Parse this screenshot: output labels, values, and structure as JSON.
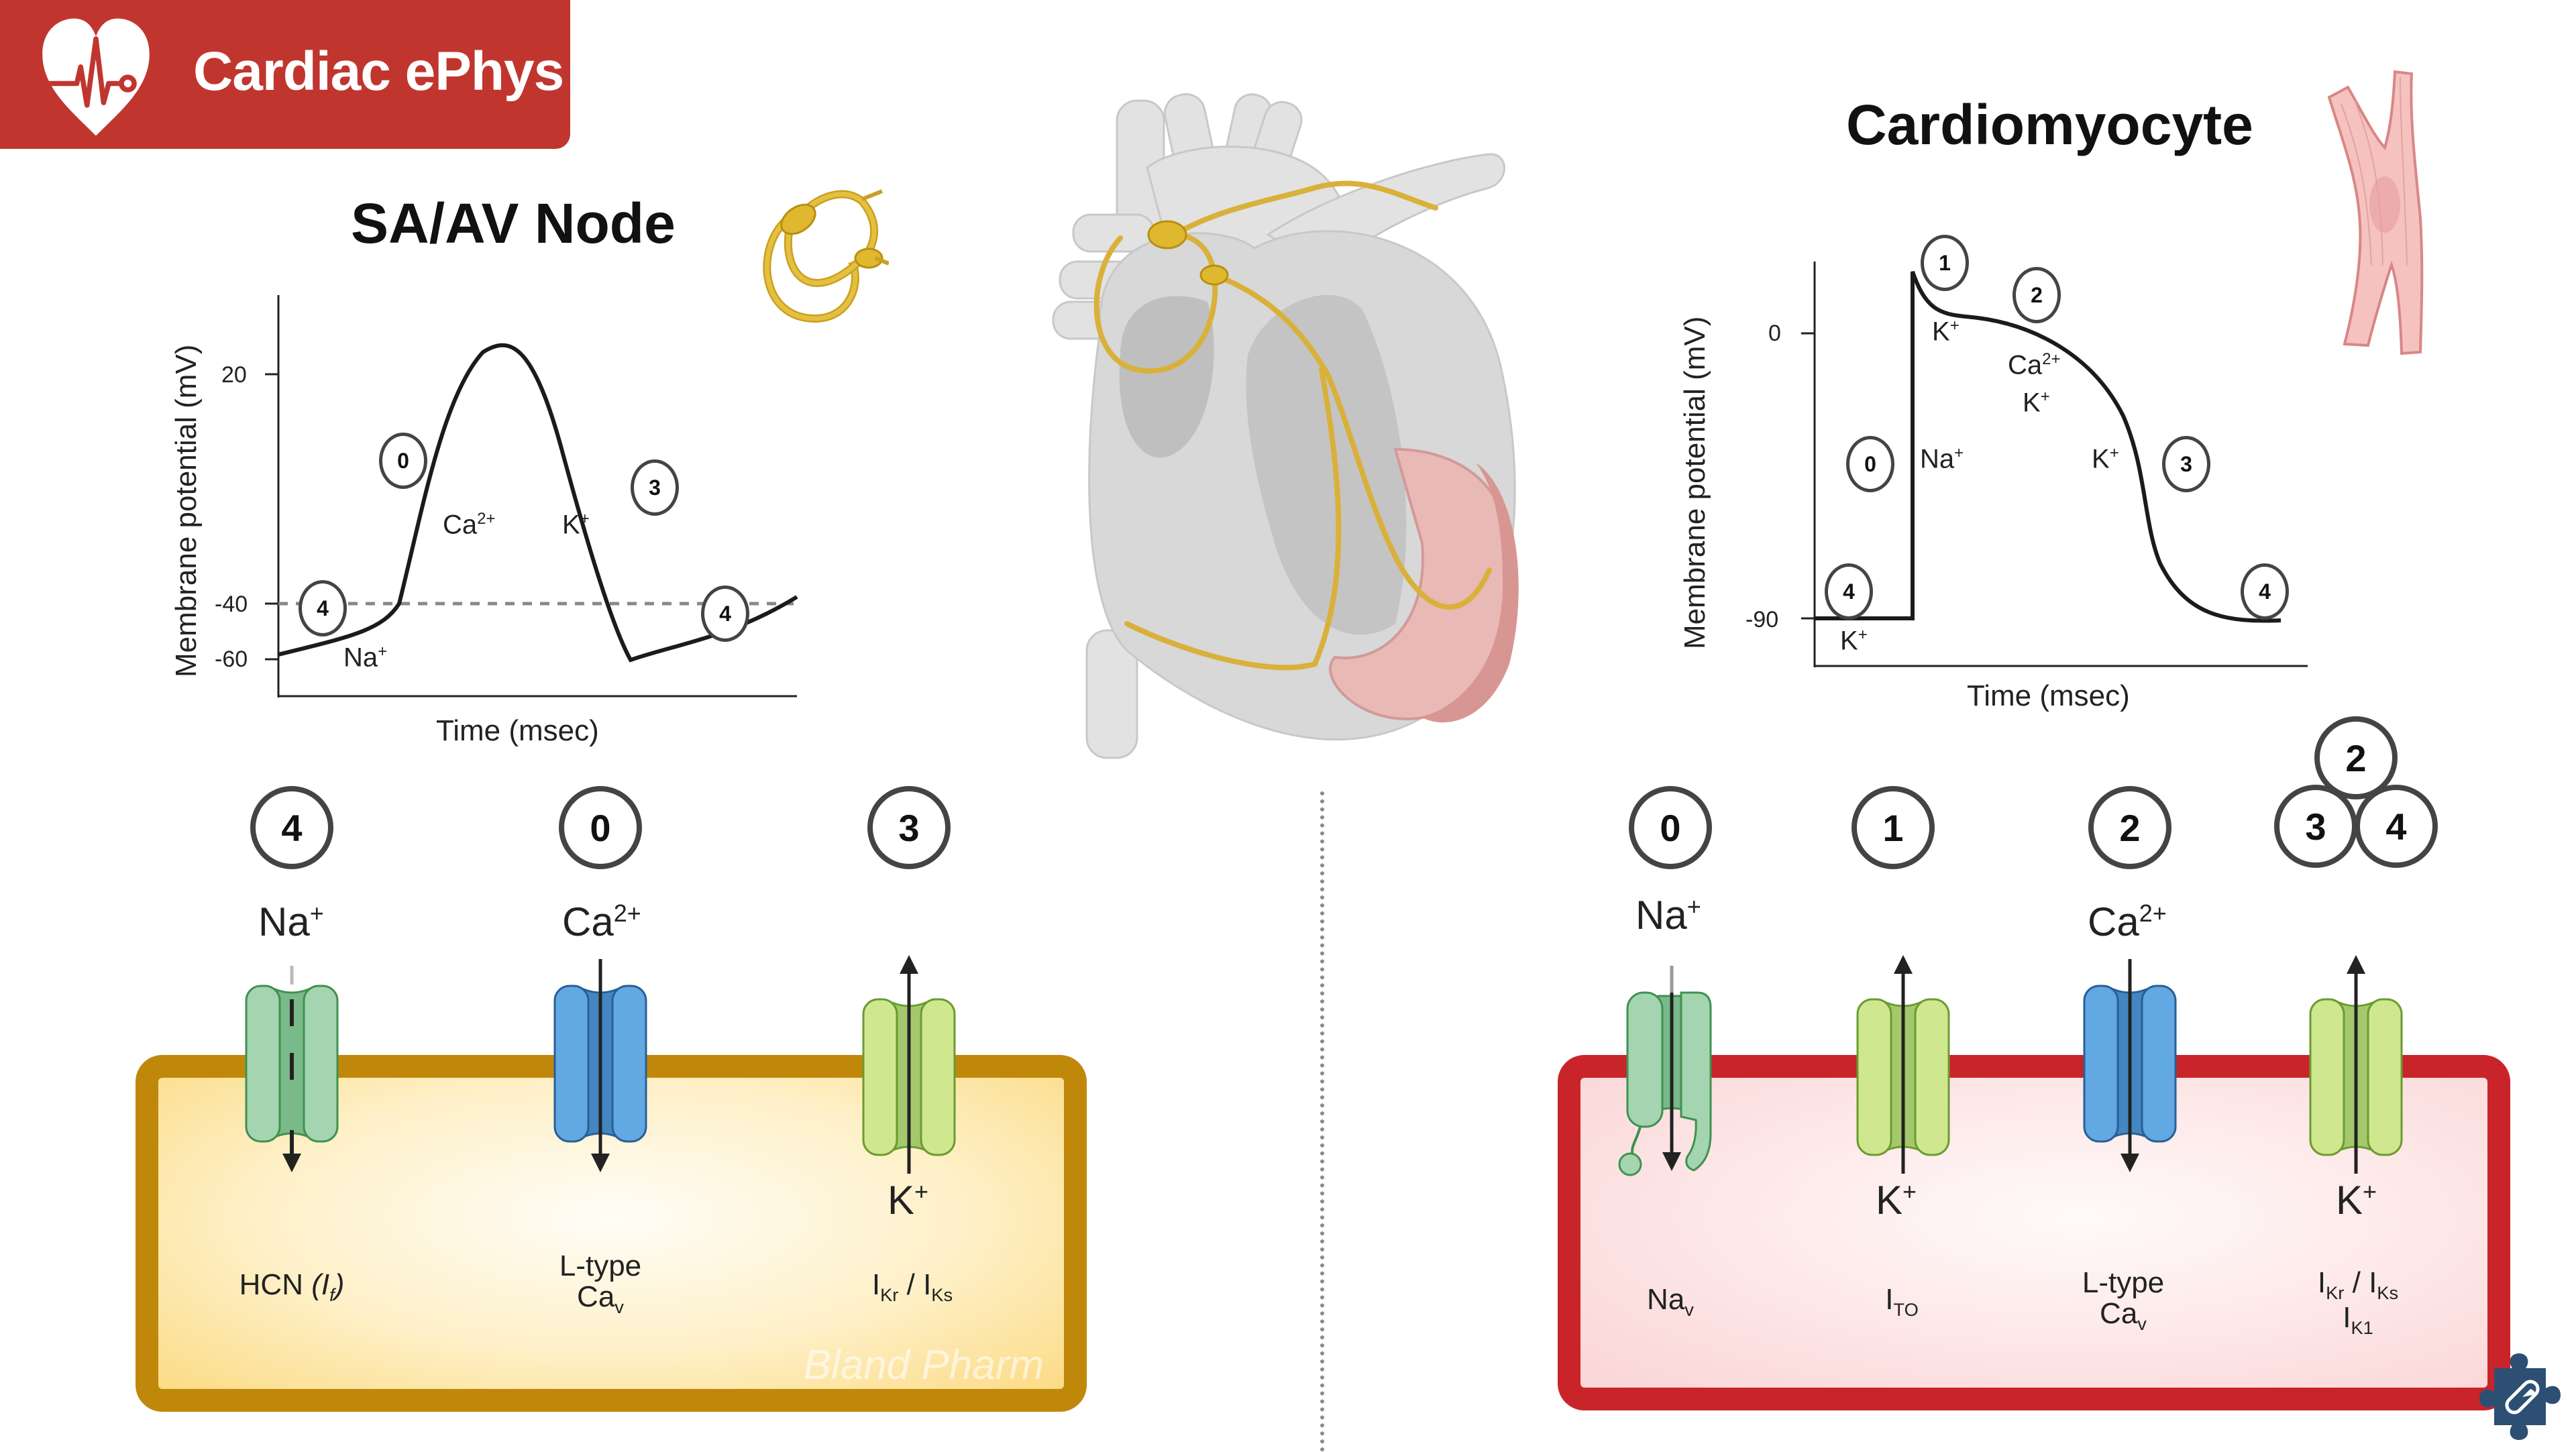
{
  "header": {
    "title": "Cardiac ePhys",
    "logo_icon": "heart-ecg-icon",
    "brand_color": "#c0362f"
  },
  "sa_av": {
    "title": "SA/AV Node",
    "icon": "conduction-nodes-icon",
    "chart": {
      "type": "line",
      "ylabel": "Membrane potential (mV)",
      "xlabel": "Time (msec)",
      "ticks": [
        "20",
        "-40",
        "-60"
      ],
      "threshold_line": "-40",
      "phases": [
        "4",
        "0",
        "3",
        "4"
      ],
      "ion_labels": {
        "na": "Na",
        "ca": "Ca",
        "k": "K"
      },
      "superscripts": {
        "na": "+",
        "ca": "2+",
        "k": "+"
      }
    },
    "channels": [
      {
        "phase": "4",
        "ion": "Na",
        "ion_sup": "+",
        "name": "HCN",
        "current": "I",
        "current_sub": "f",
        "direction": "in"
      },
      {
        "phase": "0",
        "ion": "Ca",
        "ion_sup": "2+",
        "name_line1": "L-type",
        "name_line2": "Ca",
        "name_sub": "v",
        "direction": "in"
      },
      {
        "phase": "3",
        "ion": "K",
        "ion_sup": "+",
        "current_a": "I",
        "sub_a": "Kr",
        "sep": " / ",
        "current_b": "I",
        "sub_b": "Ks",
        "direction": "out"
      }
    ],
    "cell_colors": {
      "border": "#c0880b",
      "fill_edge": "#fbdb85",
      "fill_center": "#fffdf7"
    },
    "watermark": "Bland Pharm"
  },
  "cardiomyocyte": {
    "title": "Cardiomyocyte",
    "icon": "cardiomyocyte-cell-icon",
    "chart": {
      "type": "line",
      "ylabel": "Membrane potential (mV)",
      "xlabel": "Time (msec)",
      "ticks": [
        "0",
        "-90"
      ],
      "phases": [
        "1",
        "2",
        "0",
        "3",
        "4",
        "4"
      ],
      "ion_labels": {
        "na": "Na",
        "ca": "Ca",
        "k": "K"
      },
      "superscripts": {
        "na": "+",
        "ca": "2+",
        "k": "+"
      }
    },
    "channels": [
      {
        "phase": "0",
        "ion": "Na",
        "ion_sup": "+",
        "name": "Na",
        "name_sub": "v",
        "direction": "in"
      },
      {
        "phase": "1",
        "ion": "K",
        "ion_sup": "+",
        "current": "I",
        "current_sub": "TO",
        "direction": "out"
      },
      {
        "phase": "2",
        "ion": "Ca",
        "ion_sup": "2+",
        "name_line1": "L-type",
        "name_line2": "Ca",
        "name_sub": "v",
        "direction": "in"
      },
      {
        "phases": [
          "2",
          "3",
          "4"
        ],
        "ion": "K",
        "ion_sup": "+",
        "current_a": "I",
        "sub_a": "Kr",
        "sep": " / ",
        "current_b": "I",
        "sub_b": "Ks",
        "current_c": "I",
        "sub_c": "K1",
        "direction": "out"
      }
    ],
    "cell_colors": {
      "border": "#c9242a",
      "fill_edge": "#fad5d6",
      "fill_center": "#fffafa"
    }
  },
  "center": {
    "illustration": "heart-conduction-system-icon"
  },
  "footer": {
    "logo_icon": "puzzle-pill-icon",
    "logo_color": "#2d4f73"
  }
}
